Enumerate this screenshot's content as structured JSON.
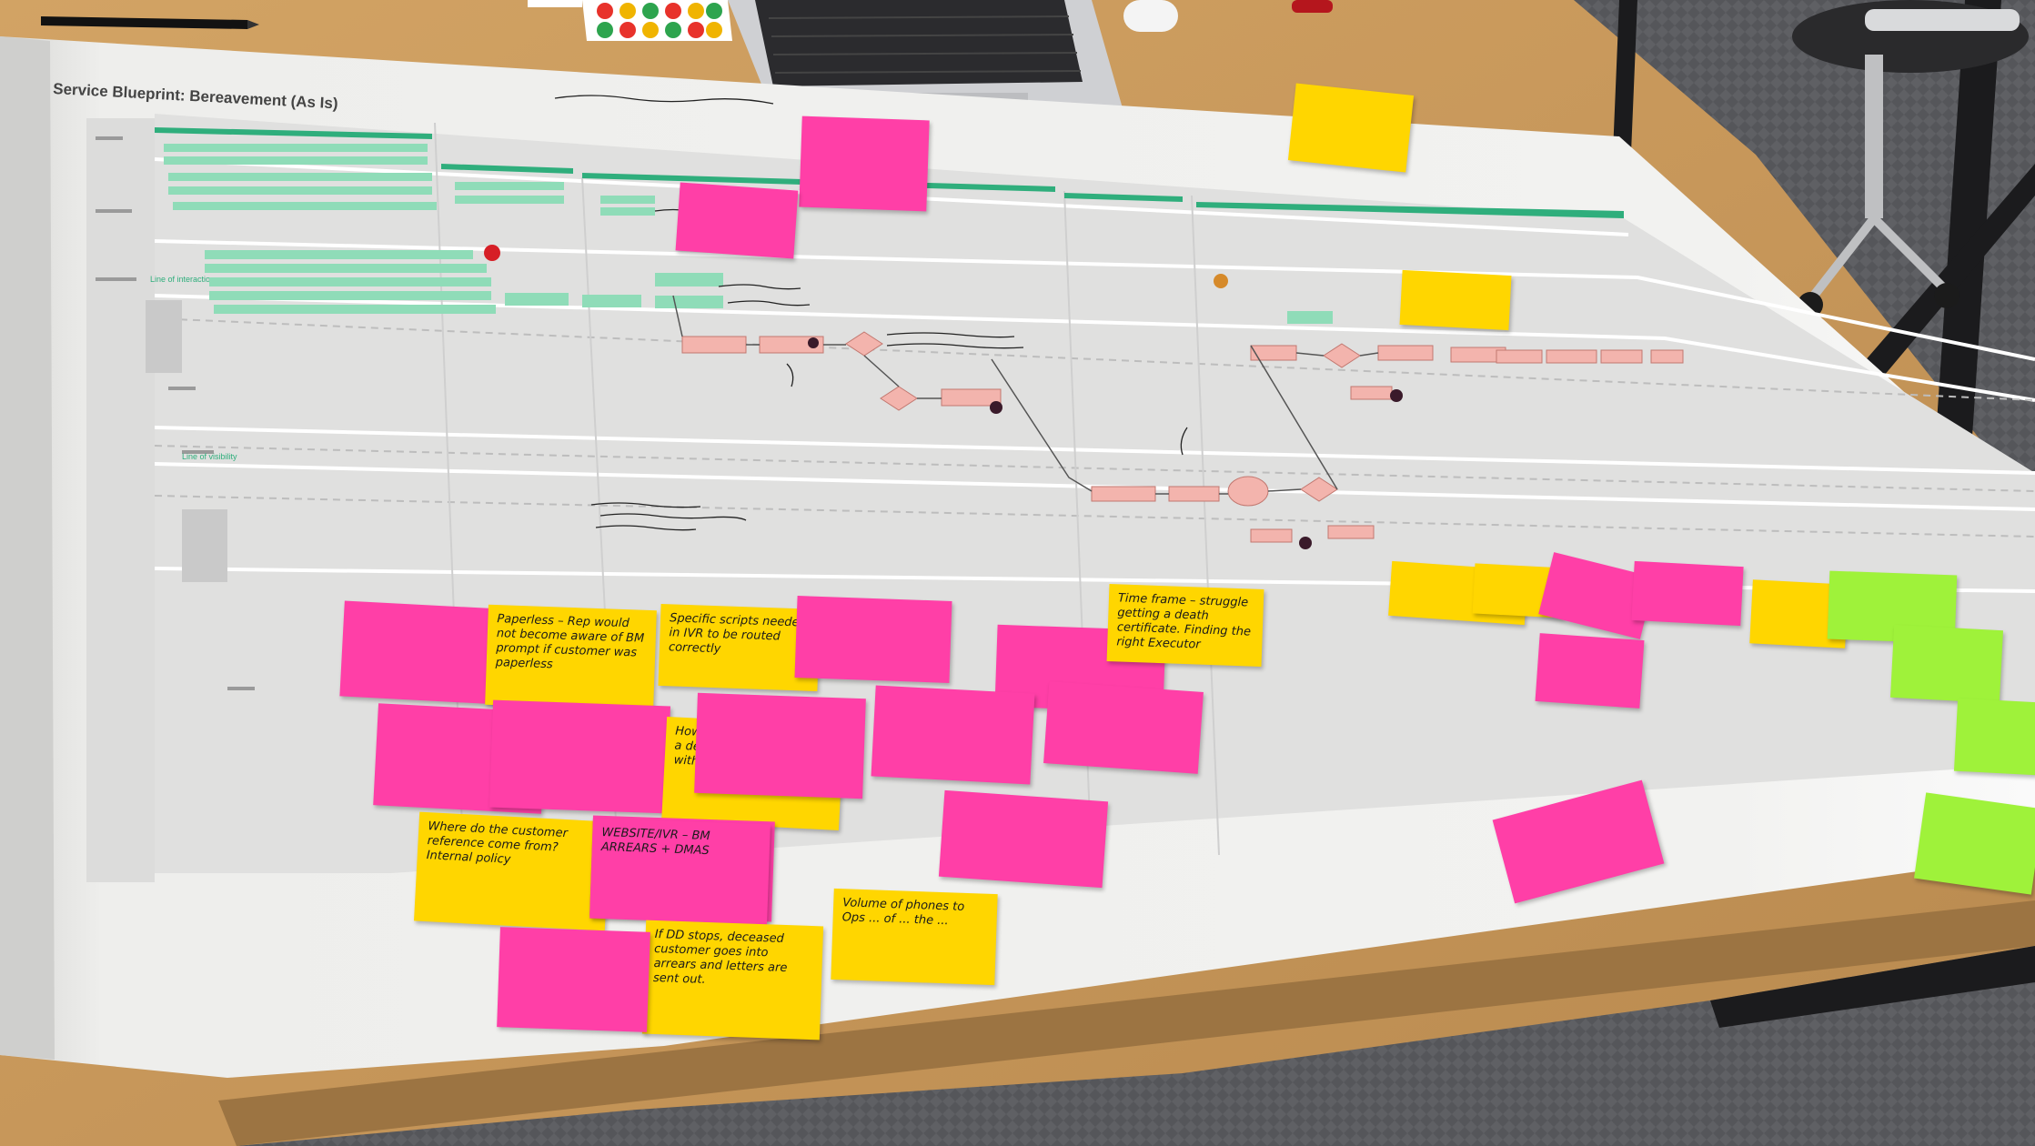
{
  "colors": {
    "table": "#c79a5c",
    "paper": "#eeeeec",
    "lane_grey": "#dcdcdb",
    "mint": "#8fdcb8",
    "teal_bar": "#2fae7c",
    "salmon": "#f3b4ad",
    "note_pink": "#ff3fa7",
    "note_yellow": "#ffd600",
    "note_green": "#9ff23a",
    "dot_red": "#d61f26"
  },
  "blueprint": {
    "title": "Service Blueprint: Bereavement (As Is)"
  },
  "icons": [
    "laptop-icon",
    "sticker-sheet-icon",
    "pen-icon",
    "bottle-icon",
    "office-chair-icon"
  ],
  "sticky_notes": [
    {
      "color": "pink",
      "text": ""
    },
    {
      "color": "yellow",
      "text": "Paperless – Rep would not become aware of BM prompt if customer was paperless"
    },
    {
      "color": "pink",
      "text": ""
    },
    {
      "color": "pink",
      "text": ""
    },
    {
      "color": "yellow",
      "text": "How do we get notified of a death? Who do we deal with (exec, Executor)"
    },
    {
      "color": "yellow",
      "text": "Specific scripts needed in IVR to be routed correctly"
    },
    {
      "color": "pink",
      "text": ""
    },
    {
      "color": "pink",
      "text": ""
    },
    {
      "color": "yellow",
      "text": "Time frame – struggle getting a death certificate. Finding the right Executor"
    },
    {
      "color": "yellow",
      "text": "Where do the customer reference come from? Internal policy"
    },
    {
      "color": "pink",
      "text": ""
    },
    {
      "color": "pink",
      "text": ""
    },
    {
      "color": "pink",
      "text": ""
    },
    {
      "color": "pink",
      "text": "WEBSITE/IVR – BM ARREARS + DMAS"
    },
    {
      "color": "pink",
      "text": ""
    },
    {
      "color": "pink",
      "text": ""
    },
    {
      "color": "yellow",
      "text": "If DD stops, deceased customer goes into arrears and letters are sent out."
    },
    {
      "color": "yellow",
      "text": "Volume of phones to Ops ... of ... the ..."
    },
    {
      "color": "pink",
      "text": ""
    },
    {
      "color": "yellow",
      "text": ""
    },
    {
      "color": "yellow",
      "text": ""
    },
    {
      "color": "pink",
      "text": ""
    },
    {
      "color": "pink",
      "text": ""
    },
    {
      "color": "pink",
      "text": ""
    },
    {
      "color": "yellow",
      "text": ""
    },
    {
      "color": "green",
      "text": ""
    },
    {
      "color": "green",
      "text": ""
    },
    {
      "color": "green",
      "text": ""
    },
    {
      "color": "pink",
      "text": ""
    },
    {
      "color": "green",
      "text": ""
    },
    {
      "color": "yellow",
      "text": ""
    },
    {
      "color": "pink",
      "text": ""
    },
    {
      "color": "yellow",
      "text": ""
    },
    {
      "color": "pink",
      "text": ""
    }
  ]
}
